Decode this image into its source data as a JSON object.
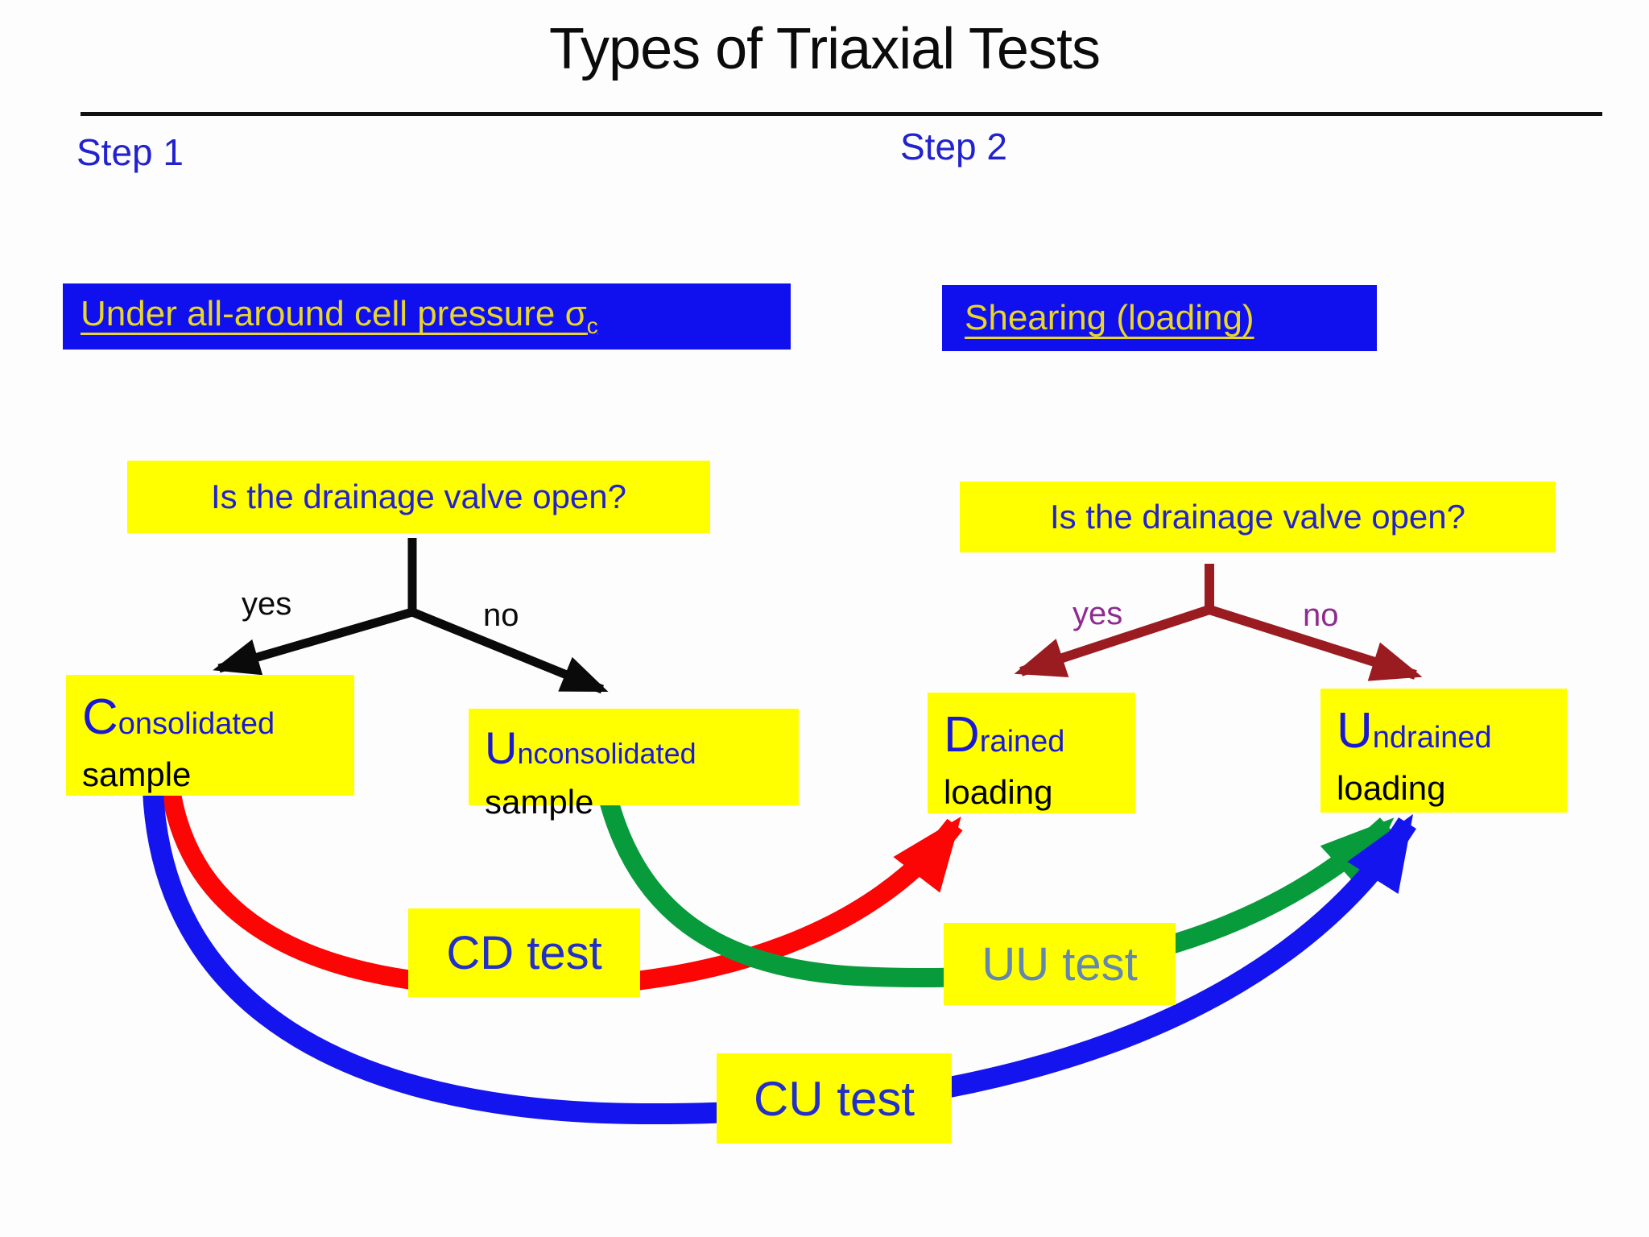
{
  "title": "Types of Triaxial Tests",
  "steps": {
    "left": "Step 1",
    "right": "Step 2"
  },
  "banners": {
    "left_text": "Under all-around cell pressure σ",
    "left_subscript": "c",
    "right_text": "Shearing (loading)"
  },
  "questions": {
    "left": "Is the drainage valve open?",
    "right": "Is the drainage valve open?"
  },
  "branch_labels": {
    "left_yes": "yes",
    "left_no": "no",
    "right_yes": "yes",
    "right_no": "no"
  },
  "outcomes": {
    "consolidated": {
      "initial": "C",
      "rest": "onsolidated",
      "line2": "sample"
    },
    "unconsolidated": {
      "initial": "U",
      "rest": "nconsolidated",
      "line2": "sample"
    },
    "drained": {
      "initial": "D",
      "rest": "rained",
      "line2": "loading"
    },
    "undrained": {
      "initial": "U",
      "rest": "ndrained",
      "line2": "loading"
    }
  },
  "tests": {
    "cd": "CD test",
    "uu": "UU test",
    "cu": "CU test"
  },
  "colors": {
    "banner_blue": "#1010ee",
    "banner_text_yellow": "#e8d629",
    "highlight_yellow": "#ffff00",
    "text_blue": "#2222ce",
    "uu_text_slate": "#6487ae",
    "purple_branch_label": "#8f2b90",
    "maroon_arrow": "#9a1b20",
    "black_arrow": "#0a0a0a",
    "cd_arrow_red": "#fb0505",
    "uu_arrow_green": "#089b3c",
    "cu_arrow_blue": "#1414ee"
  }
}
